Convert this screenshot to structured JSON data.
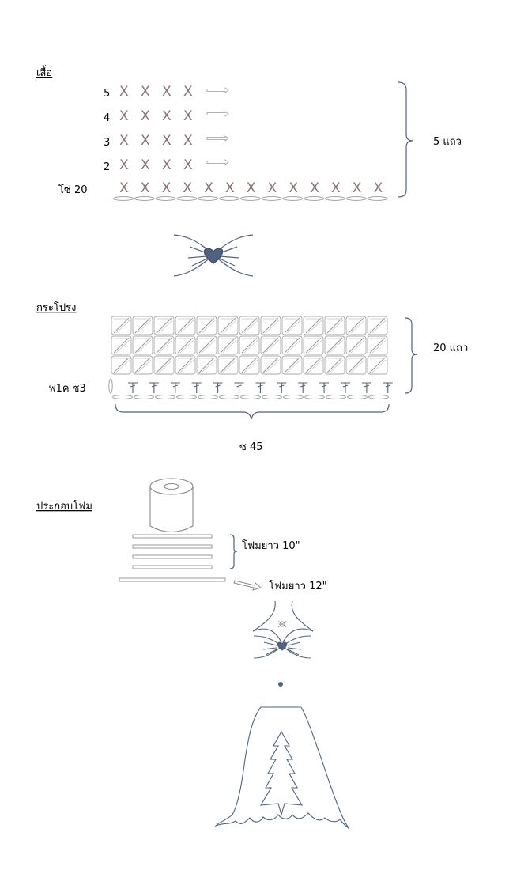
{
  "sections": {
    "shirt": {
      "title": "เสื้อ",
      "row_numbers": [
        "5",
        "4",
        "3",
        "2"
      ],
      "chain_label": "โซ่ 20",
      "bracket_label": "5 แถว",
      "stitch_symbol": "X"
    },
    "skirt": {
      "title": "กระโปรง",
      "bracket_label": "20 แถว",
      "start_label": "พ1ค ซ3",
      "bottom_label": "ซ 45"
    },
    "foam": {
      "title": "ประกอบโฟม",
      "foam_10_label": "โฟมยาว 10\"",
      "foam_12_label": "โฟมยาว 12\""
    }
  },
  "colors": {
    "line": "#4f6283",
    "stitch": "#8a7272",
    "heart": "#4f6283",
    "outline": "#9a9a9a"
  },
  "icons": [
    "heart-bow-icon",
    "yarn-roll-icon",
    "doll-dress-icon",
    "arrow-right-icon"
  ]
}
